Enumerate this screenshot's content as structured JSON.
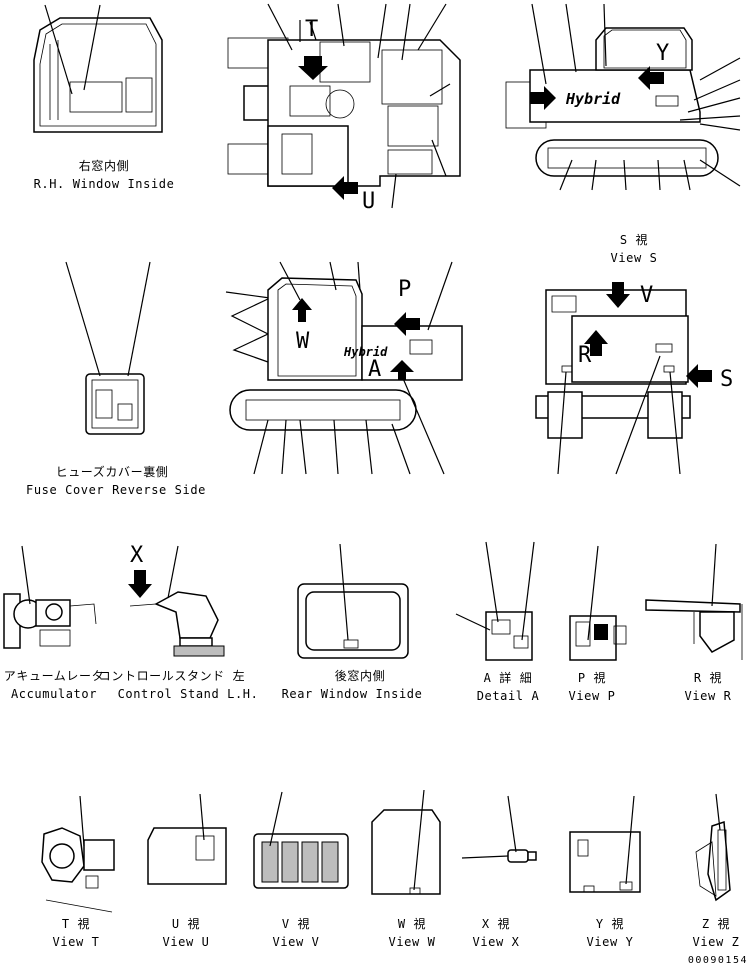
{
  "captions": {
    "rh_window_jp": "右窓内側",
    "rh_window_en": "R.H. Window Inside",
    "view_s_jp": "S 視",
    "view_s_en": "View S",
    "fuse_jp": "ヒューズカバー裏側",
    "fuse_en": "Fuse Cover Reverse Side",
    "accum_jp": "アキュームレータ",
    "accum_en": "Accumulator",
    "control_jp": "コントロールスタンド 左",
    "control_en": "Control Stand L.H.",
    "rear_window_jp": "後窓内側",
    "rear_window_en": "Rear Window Inside",
    "detail_a_jp": "A 詳 細",
    "detail_a_en": "Detail A",
    "view_p_jp": "P 視",
    "view_p_en": "View P",
    "view_r_jp": "R 視",
    "view_r_en": "View R",
    "view_t_jp": "T 視",
    "view_t_en": "View T",
    "view_u_jp": "U 視",
    "view_u_en": "View U",
    "view_v_jp": "V 視",
    "view_v_en": "View V",
    "view_w_jp": "W 視",
    "view_w_en": "View W",
    "view_x_jp": "X 視",
    "view_x_en": "View X",
    "view_y_jp": "Y 視",
    "view_y_en": "View Y",
    "view_z_jp": "Z 視",
    "view_z_en": "View Z"
  },
  "view_letters": {
    "t": "T",
    "u": "U",
    "y": "Y",
    "p": "P",
    "w": "W",
    "a": "A",
    "v": "V",
    "r": "R",
    "s": "S",
    "x": "X"
  },
  "logo_text": "Hybrid",
  "drawing_number": "00090154"
}
